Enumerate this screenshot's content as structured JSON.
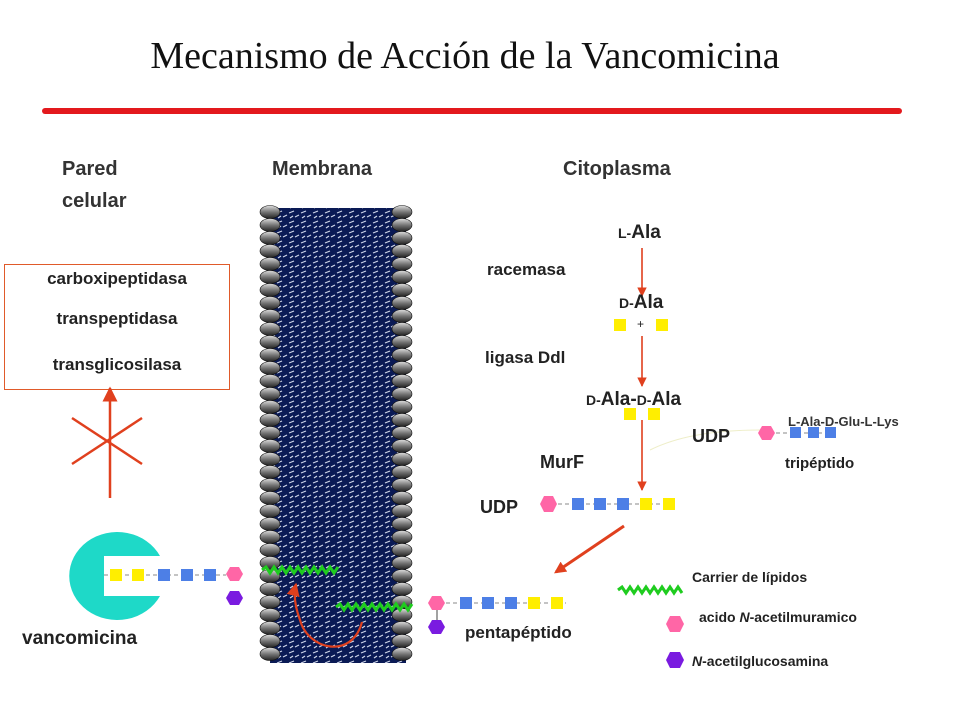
{
  "title": "Mecanismo de Acción de la Vancomicina",
  "regions": {
    "cell_wall_line1": "Pared",
    "cell_wall_line2": "celular",
    "membrane": "Membrana",
    "cytoplasm": "Citoplasma"
  },
  "enzymes_box": {
    "line1": "carboxipeptidasa",
    "line2": "transpeptidasa",
    "line3": "transglicosilasa"
  },
  "pathway": {
    "l_ala_prefix": "L-",
    "l_ala": "Ala",
    "racemase": "racemasa",
    "d_ala_prefix": "D-",
    "d_ala": "Ala",
    "plus": "+",
    "ligase": "ligasa Ddl",
    "dala_dala_prefix1": "D-",
    "dala_dala_mid": "Ala-",
    "dala_dala_prefix2": "D-",
    "dala_dala_end": "Ala",
    "udp_tripeptide": "UDP",
    "tripeptide_seq": "L-Ala-D-Glu-L-Lys",
    "tripeptide": "tripéptido",
    "murf": "MurF",
    "udp_pentapeptide": "UDP",
    "pentapeptide": "pentapéptido"
  },
  "vancomycin": "vancomicina",
  "legend": {
    "lipid_carrier": "Carrier de lípidos",
    "nam_prefix": "acido ",
    "nam_italic": "N",
    "nam_suffix": "-acetilmuramico",
    "nag_italic": "N",
    "nag_suffix": "-acetilglucosamina"
  },
  "colors": {
    "title_rule": "#e3191d",
    "arrow": "#e0401e",
    "yellow_residue": "#ffee00",
    "blue_residue": "#4d7fe6",
    "nam_pink": "#ff66a6",
    "nag_purple": "#7a1be0",
    "lipid_green": "#1fcc1f",
    "vancomycin_teal": "#1ed9c8",
    "membrane_navy": "#0a1a55"
  }
}
